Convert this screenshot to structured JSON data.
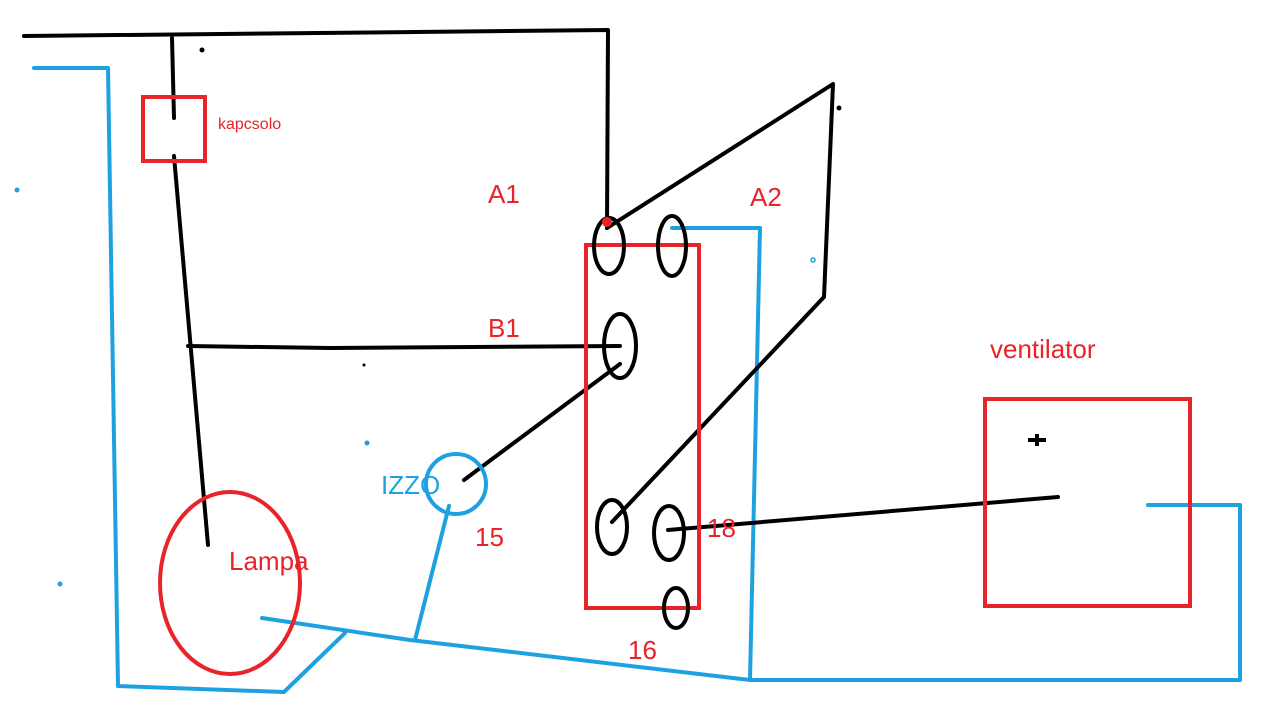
{
  "colors": {
    "wire_black": "#000000",
    "wire_blue": "#1ea1e0",
    "outline_red": "#e8232a",
    "label_red": "#e8232a",
    "label_blue": "#1ea1e0",
    "background": "#ffffff"
  },
  "labels": {
    "switch": "kapcsolo",
    "terminal_a1": "A1",
    "terminal_a2": "A2",
    "terminal_b1": "B1",
    "fan": "ventilator",
    "bulb": "IZZO",
    "lamp": "Lampa",
    "pin_15": "15",
    "pin_16": "16",
    "pin_18": "18"
  }
}
